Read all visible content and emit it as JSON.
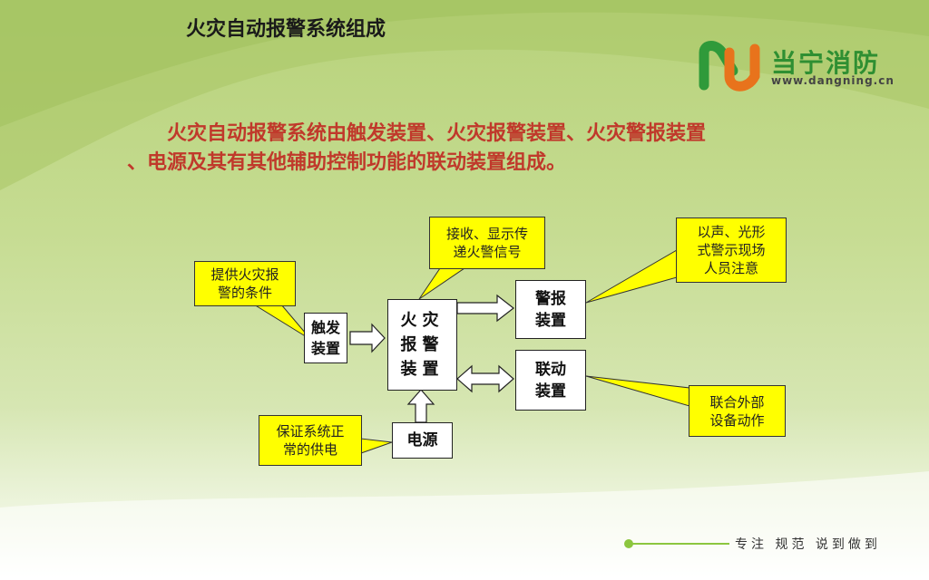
{
  "title": "火灾自动报警系统组成",
  "logo": {
    "name": "当宁消防",
    "url": "www.dangning.cn"
  },
  "intro": {
    "line1": "火灾自动报警系统由触发装置、火灾报警装置、火灾警报装置",
    "line2": "、电源及其有其他辅助控制功能的联动装置组成。"
  },
  "diagram": {
    "trigger": "触发\n装置",
    "alarm_controller": "火灾\n报警\n装置",
    "warning": "警报\n装置",
    "linkage": "联动\n装置",
    "power": "电源"
  },
  "callouts": {
    "trigger_note": "提供火灾报\n警的条件",
    "controller_note": "接收、显示传\n递火警信号",
    "warning_note": "以声、光形\n式警示现场\n人员注意",
    "linkage_note": "联合外部\n设备动作",
    "power_note": "保证系统正\n常的供电"
  },
  "footer": {
    "slogan": "专注 规范 说到做到"
  },
  "colors": {
    "accent": "#8cc63f",
    "intro_text": "#c0392b",
    "callout_fill": "#ffff00"
  }
}
